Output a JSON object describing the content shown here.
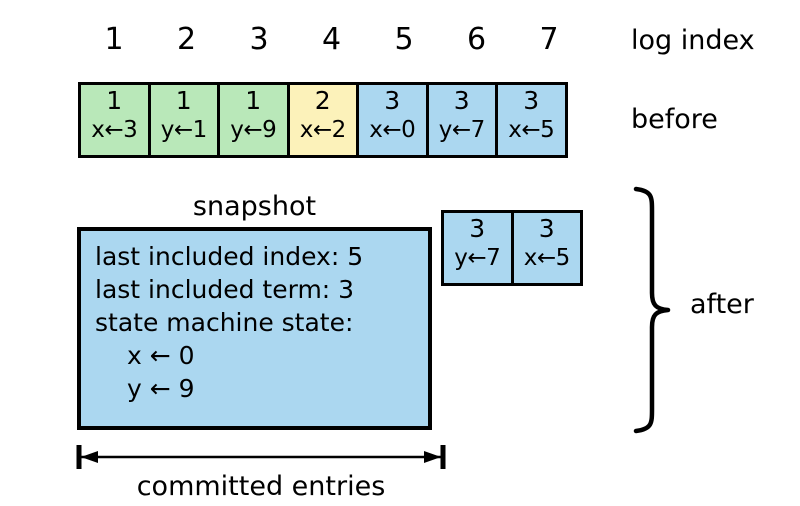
{
  "diagram": {
    "title": "raft-log-snapshot",
    "colors": {
      "term1": "#b9e8b9",
      "term2": "#fcf2ba",
      "term3": "#abd7f0",
      "stroke": "#000000",
      "background": "#ffffff"
    }
  },
  "log_index": {
    "caption": "log index",
    "ticks": [
      "1",
      "2",
      "3",
      "4",
      "5",
      "6",
      "7"
    ]
  },
  "before": {
    "caption": "before",
    "entries": [
      {
        "index": "1",
        "term": "1",
        "command": "x←3",
        "color": "term1"
      },
      {
        "index": "2",
        "term": "1",
        "command": "y←1",
        "color": "term1"
      },
      {
        "index": "3",
        "term": "1",
        "command": "y←9",
        "color": "term1"
      },
      {
        "index": "4",
        "term": "2",
        "command": "x←2",
        "color": "term2"
      },
      {
        "index": "5",
        "term": "3",
        "command": "x←0",
        "color": "term3"
      },
      {
        "index": "6",
        "term": "3",
        "command": "y←7",
        "color": "term3"
      },
      {
        "index": "7",
        "term": "3",
        "command": "x←5",
        "color": "term3"
      }
    ]
  },
  "after": {
    "caption": "after",
    "entries": [
      {
        "index": "6",
        "term": "3",
        "command": "y←7",
        "color": "term3"
      },
      {
        "index": "7",
        "term": "3",
        "command": "x←5",
        "color": "term3"
      }
    ]
  },
  "snapshot": {
    "title": "snapshot",
    "lines": [
      "last included index: 5",
      "last included term: 3",
      "state machine state:"
    ],
    "state": [
      "x ← 0",
      "y ← 9"
    ]
  },
  "committed": {
    "label": "committed entries"
  }
}
